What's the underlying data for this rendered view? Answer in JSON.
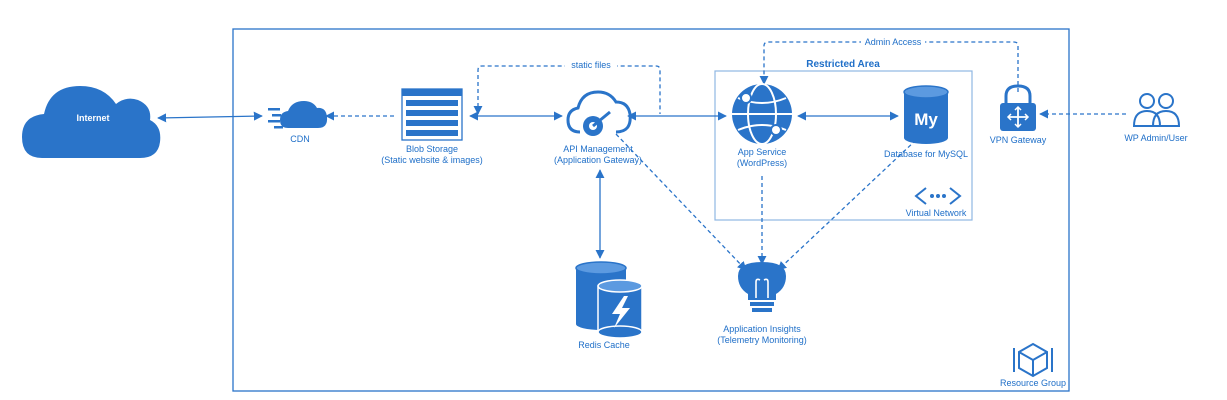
{
  "colors": {
    "accent": "#2a74c9",
    "background": "#ffffff"
  },
  "groups": {
    "resource_group": "Resource Group",
    "restricted_area": "Restricted Area",
    "virtual_network": "Virtual Network"
  },
  "nodes": {
    "internet": {
      "label": "Internet",
      "icon": "cloud-icon"
    },
    "cdn": {
      "label": "CDN",
      "icon": "fast-cloud-icon"
    },
    "blob": {
      "label": "Blob Storage",
      "sublabel": "(Static website & images)",
      "icon": "storage-table-icon"
    },
    "apim": {
      "label": "API Management",
      "sublabel": "(Application Gateway)",
      "icon": "api-cloud-icon"
    },
    "app": {
      "label": "App Service",
      "sublabel": "(WordPress)",
      "icon": "globe-icon"
    },
    "mysql": {
      "label": "Database for MySQL",
      "icon": "mysql-database-icon",
      "icon_text": "My"
    },
    "vpn": {
      "label": "VPN Gateway",
      "icon": "lock-icon"
    },
    "wpadmin": {
      "label": "WP Admin/User",
      "icon": "users-icon"
    },
    "redis": {
      "label": "Redis Cache",
      "icon": "redis-icon"
    },
    "insights": {
      "label": "Application Insights",
      "sublabel": "(Telemetry Monitoring)",
      "icon": "lightbulb-icon"
    }
  },
  "edge_labels": {
    "static_files": "static files",
    "admin_access": "Admin Access"
  }
}
